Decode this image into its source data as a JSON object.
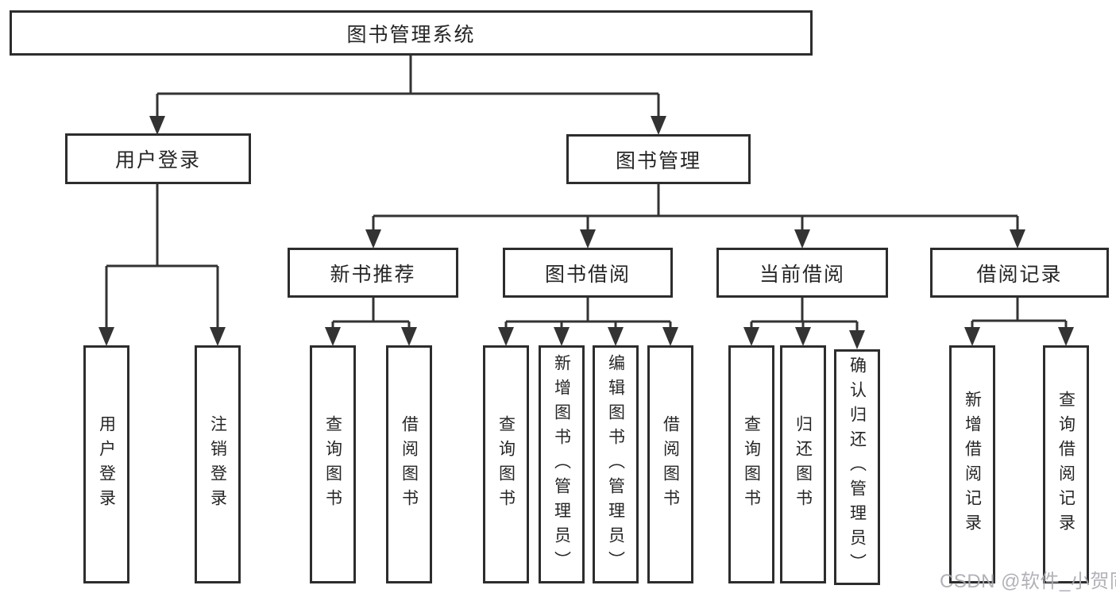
{
  "diagram_title": "图书管理系统",
  "nodes": {
    "root": {
      "label": "图书管理系统"
    },
    "level2": [
      {
        "id": "user-login",
        "label": "用户登录",
        "parent": "图书管理系统"
      },
      {
        "id": "book-management",
        "label": "图书管理",
        "parent": "图书管理系统"
      }
    ],
    "level3": [
      {
        "id": "new-book-recommend",
        "label": "新书推荐",
        "parent": "图书管理"
      },
      {
        "id": "book-borrowing",
        "label": "图书借阅",
        "parent": "图书管理"
      },
      {
        "id": "current-borrowing",
        "label": "当前借阅",
        "parent": "图书管理"
      },
      {
        "id": "borrowing-records",
        "label": "借阅记录",
        "parent": "图书管理"
      }
    ],
    "leaves": [
      {
        "id": "user-login-leaf",
        "label": "用户登录",
        "parent": "用户登录"
      },
      {
        "id": "logout",
        "label": "注销登录",
        "parent": "用户登录"
      },
      {
        "id": "query-books-recommend",
        "label": "查询图书",
        "parent": "新书推荐"
      },
      {
        "id": "borrow-books-recommend",
        "label": "借阅图书",
        "parent": "新书推荐"
      },
      {
        "id": "query-books-borrowing",
        "label": "查询图书",
        "parent": "图书借阅"
      },
      {
        "id": "add-books-admin",
        "label": "新增图书（管理员）",
        "parent": "图书借阅"
      },
      {
        "id": "edit-books-admin",
        "label": "编辑图书（管理员）",
        "parent": "图书借阅"
      },
      {
        "id": "borrow-books-borrowing",
        "label": "借阅图书",
        "parent": "图书借阅"
      },
      {
        "id": "query-books-current",
        "label": "查询图书",
        "parent": "当前借阅"
      },
      {
        "id": "return-books",
        "label": "归还图书",
        "parent": "当前借阅"
      },
      {
        "id": "confirm-return-admin",
        "label": "确认归还（管理员）",
        "parent": "当前借阅"
      },
      {
        "id": "add-borrow-record",
        "label": "新增借阅记录",
        "parent": "借阅记录"
      },
      {
        "id": "query-borrow-record",
        "label": "查询借阅记录",
        "parent": "借阅记录"
      }
    ]
  },
  "watermark": {
    "text": "CSDN @软件_小贺同学"
  },
  "colors": {
    "line": "#333333",
    "box_border": "#2d2d2d",
    "text": "#262626",
    "watermark": "#a8a8b0",
    "background": "#ffffff"
  }
}
